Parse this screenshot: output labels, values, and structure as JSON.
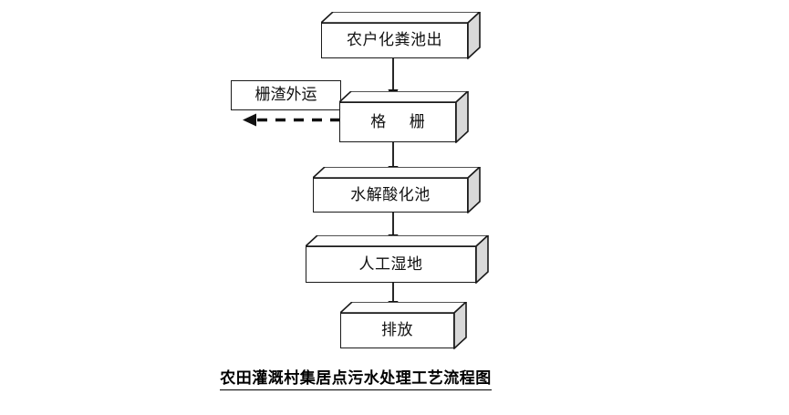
{
  "diagram": {
    "type": "process-flowchart",
    "orientation": "vertical",
    "caption": "农田灌溉村集居点污水处理工艺流程图",
    "colors": {
      "stroke": "#1a1a1a",
      "box_fill": "#ffffff",
      "top_face_fill": "#fdfdfd",
      "side_face_fill": "#d9d9d9",
      "text": "#111111",
      "background": "#ffffff"
    },
    "nodes": [
      {
        "id": "node-septic-tank-outlet",
        "label": "农户化粪池出",
        "shape": "3d-box",
        "order": 1
      },
      {
        "id": "node-grille",
        "label": "格  栅",
        "shape": "3d-box",
        "order": 2
      },
      {
        "id": "node-hydrolysis-acidification-tank",
        "label": "水解酸化池",
        "shape": "3d-box",
        "order": 3
      },
      {
        "id": "node-constructed-wetland",
        "label": "人工湿地",
        "shape": "3d-box",
        "order": 4
      },
      {
        "id": "node-discharge",
        "label": "排放",
        "shape": "3d-box",
        "order": 5
      }
    ],
    "side_outputs": [
      {
        "id": "node-grille-residue-transport",
        "label": "栅渣外运",
        "shape": "rectangle",
        "from": "node-grille",
        "line_style": "dashed",
        "direction": "left"
      }
    ],
    "edges": [
      {
        "from": "node-septic-tank-outlet",
        "to": "node-grille",
        "style": "solid",
        "arrow": "down"
      },
      {
        "from": "node-grille",
        "to": "node-hydrolysis-acidification-tank",
        "style": "solid",
        "arrow": "down"
      },
      {
        "from": "node-hydrolysis-acidification-tank",
        "to": "node-constructed-wetland",
        "style": "solid",
        "arrow": "down"
      },
      {
        "from": "node-constructed-wetland",
        "to": "node-discharge",
        "style": "solid",
        "arrow": "down"
      },
      {
        "from": "node-grille",
        "to": "node-grille-residue-transport",
        "style": "dashed",
        "arrow": "left"
      }
    ]
  }
}
